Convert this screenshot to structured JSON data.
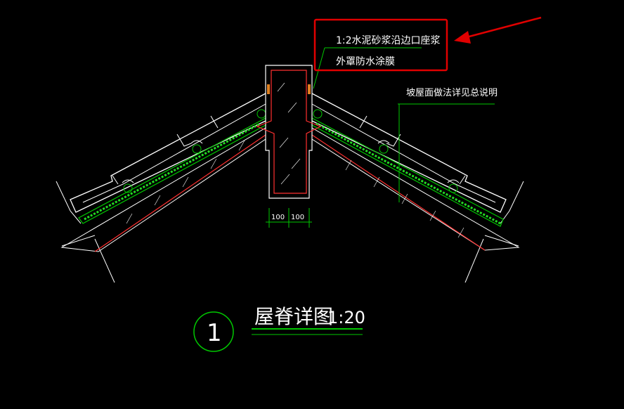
{
  "drawing": {
    "callout_text_line1": "1:2水泥砂浆沿边口座浆",
    "callout_text_line2": "外罩防水涂膜",
    "leader_note": "坡屋面做法详见总说明",
    "dim_left": "100",
    "dim_right": "100",
    "detail_number": "1",
    "title": "屋脊详图",
    "scale": "1:20"
  },
  "colors": {
    "background": "#000000",
    "line_white": "#ffffff",
    "line_green": "#00c800",
    "hatch_green": "#22dd22",
    "line_red": "#ff3030",
    "highlight_box": "#e00000",
    "orange": "#e08020"
  },
  "icons": [
    "red-arrow-annotation"
  ]
}
